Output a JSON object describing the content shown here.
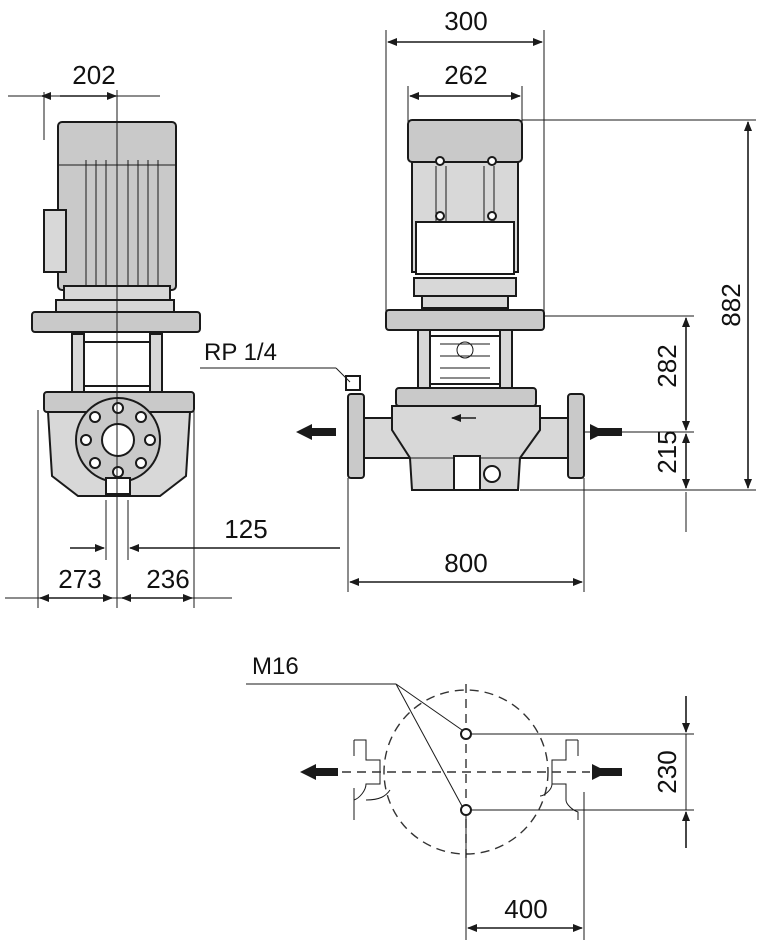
{
  "dimensions": {
    "d202": "202",
    "d300": "300",
    "d262": "262",
    "d882": "882",
    "d282": "282",
    "d215": "215",
    "d125": "125",
    "d273": "273",
    "d236": "236",
    "d800": "800",
    "d230": "230",
    "d400": "400"
  },
  "labels": {
    "rp": "RP 1/4",
    "m16": "M16"
  }
}
